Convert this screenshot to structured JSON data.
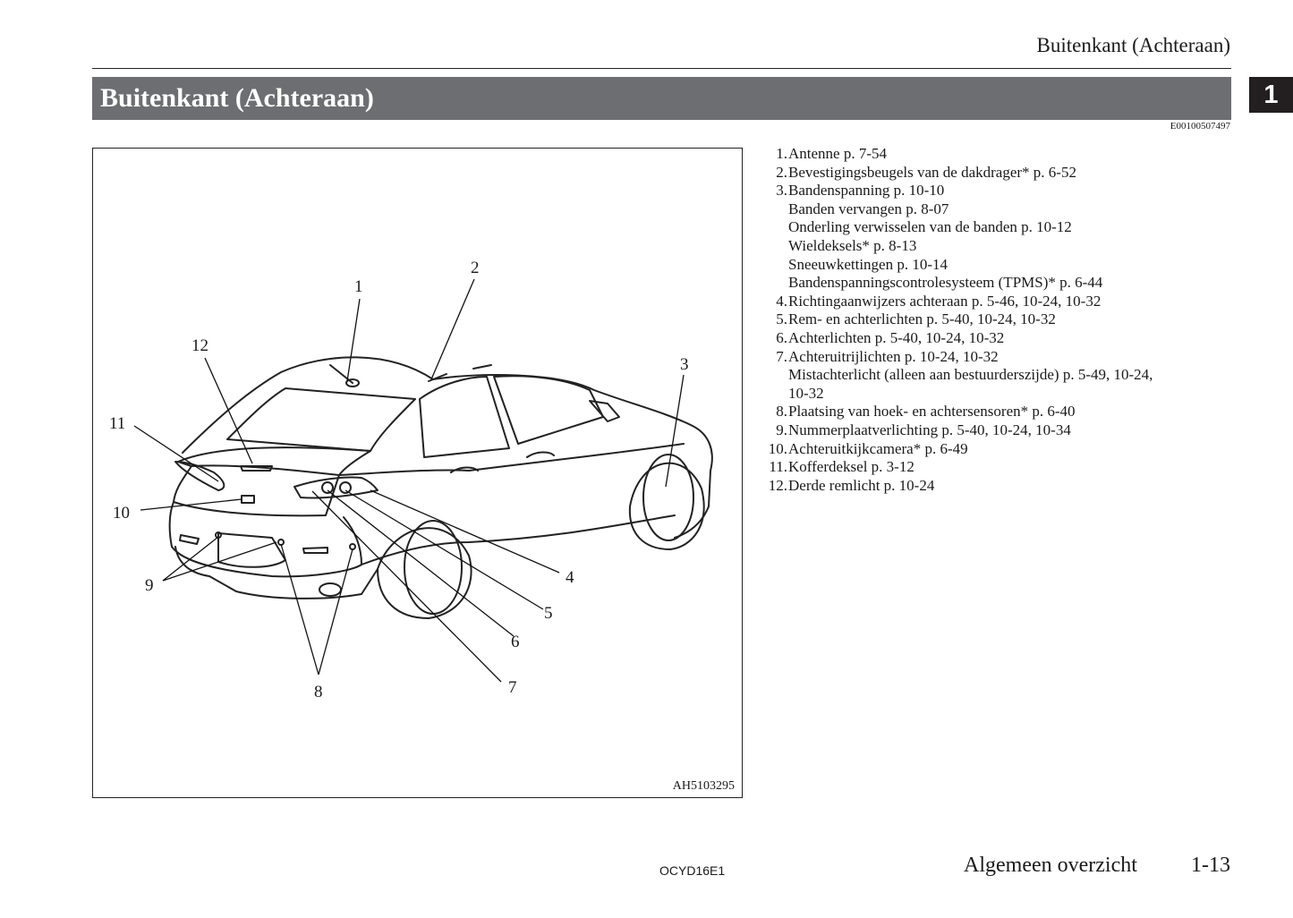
{
  "header": {
    "running_title": "Buitenkant (Achteraan)"
  },
  "section": {
    "title": "Buitenkant (Achteraan)",
    "chapter_tab": "1",
    "doc_id": "E00100507497"
  },
  "figure": {
    "code": "AH5103295",
    "callouts": [
      "1",
      "2",
      "3",
      "4",
      "5",
      "6",
      "7",
      "8",
      "9",
      "10",
      "11",
      "12"
    ]
  },
  "items": [
    {
      "num": "1.",
      "lines": [
        "Antenne p. 7-54"
      ]
    },
    {
      "num": "2.",
      "lines": [
        "Bevestigingsbeugels van de dakdrager* p. 6-52"
      ]
    },
    {
      "num": "3.",
      "lines": [
        "Bandenspanning p. 10-10",
        "Banden vervangen p. 8-07",
        "Onderling verwisselen van de banden p. 10-12",
        "Wieldeksels* p. 8-13",
        "Sneeuwkettingen p. 10-14",
        "Bandenspanningscontrolesysteem (TPMS)* p. 6-44"
      ]
    },
    {
      "num": "4.",
      "lines": [
        "Richtingaanwijzers achteraan p. 5-46, 10-24, 10-32"
      ]
    },
    {
      "num": "5.",
      "lines": [
        "Rem- en achterlichten p. 5-40, 10-24, 10-32"
      ]
    },
    {
      "num": "6.",
      "lines": [
        "Achterlichten p. 5-40, 10-24, 10-32"
      ]
    },
    {
      "num": "7.",
      "lines": [
        "Achteruitrijlichten p. 10-24, 10-32",
        "Mistachterlicht (alleen aan bestuurderszijde) p. 5-49, 10-24,",
        "10-32"
      ]
    },
    {
      "num": "8.",
      "lines": [
        "Plaatsing van hoek- en achtersensoren* p. 6-40"
      ]
    },
    {
      "num": "9.",
      "lines": [
        "Nummerplaatverlichting p. 5-40, 10-24, 10-34"
      ]
    },
    {
      "num": "10.",
      "lines": [
        "Achteruitkijkcamera* p. 6-49"
      ]
    },
    {
      "num": "11.",
      "lines": [
        "Kofferdeksel p. 3-12"
      ]
    },
    {
      "num": "12.",
      "lines": [
        "Derde remlicht p. 10-24"
      ]
    }
  ],
  "footer": {
    "code": "OCYD16E1",
    "section": "Algemeen overzicht",
    "page": "1-13"
  }
}
